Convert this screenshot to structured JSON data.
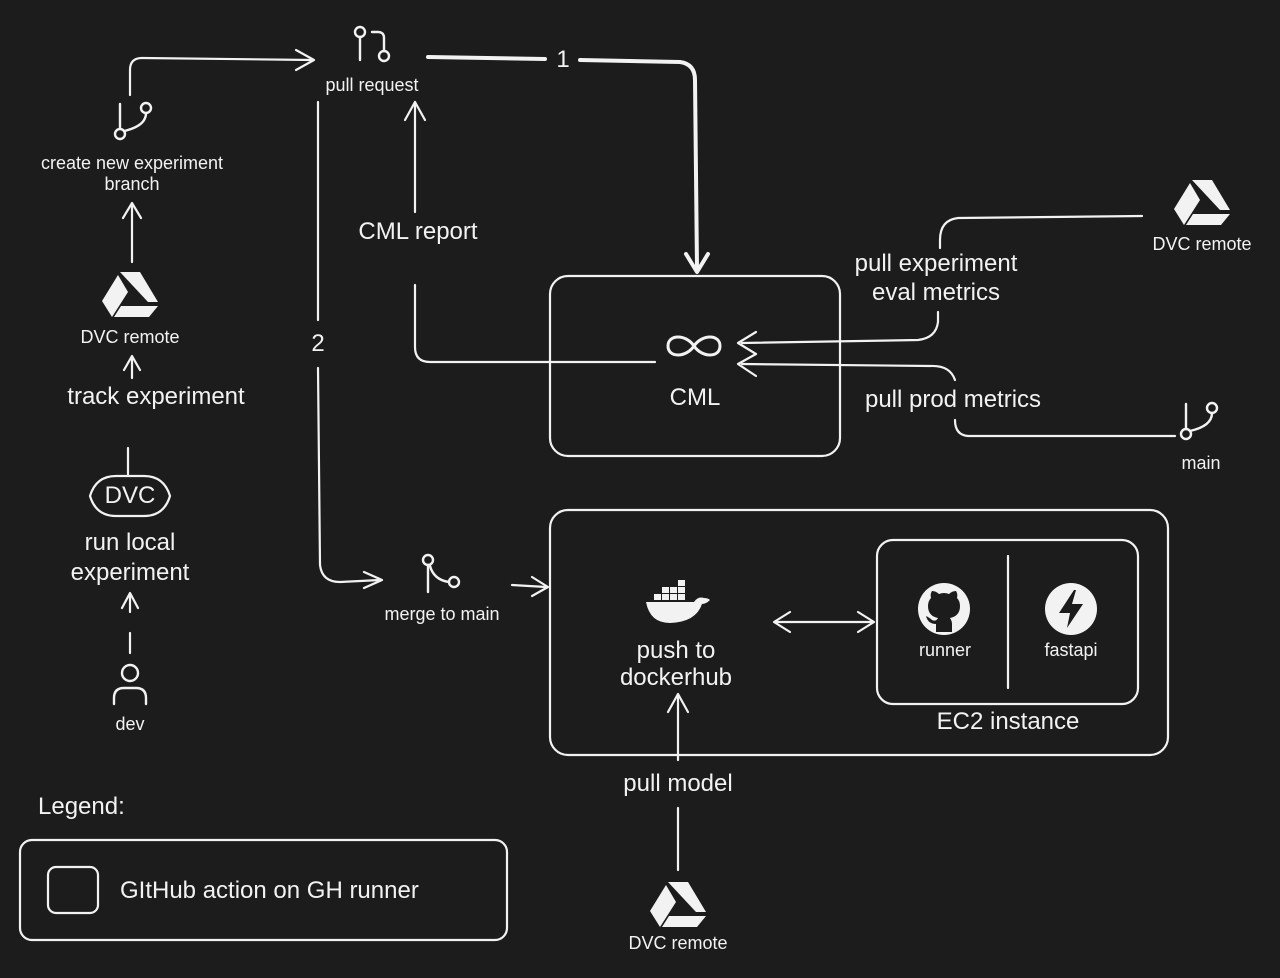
{
  "labels": {
    "pull_request": "pull request",
    "create_branch": "create new experiment branch",
    "dvc_remote_left": "DVC remote",
    "track_experiment": "track experiment",
    "dvc_logo": "DVC",
    "run_local": "run local experiment",
    "dev": "dev",
    "cml_report": "CML report",
    "step1": "1",
    "step2": "2",
    "cml": "CML",
    "pull_exp_metrics": "pull experiment eval metrics",
    "dvc_remote_right": "DVC remote",
    "pull_prod_metrics": "pull prod metrics",
    "main": "main",
    "merge_to_main": "merge to main",
    "push_dockerhub": "push to dockerhub",
    "runner": "runner",
    "fastapi": "fastapi",
    "ec2_instance": "EC2 instance",
    "pull_model": "pull model",
    "dvc_remote_bottom": "DVC remote",
    "legend_title": "Legend:",
    "legend_item": "GItHub action on GH runner"
  },
  "icons": {
    "pull_request": "git-pull-request-icon",
    "branch": "git-branch-icon",
    "merge": "git-merge-icon",
    "drive": "google-drive-icon",
    "dvc": "dvc-logo",
    "user": "user-icon",
    "infinity": "infinity-icon",
    "docker": "docker-whale-icon",
    "github": "github-icon",
    "fastapi": "fastapi-bolt-icon"
  },
  "colors": {
    "background": "#1c1c1c",
    "stroke": "#f2f2f2"
  }
}
